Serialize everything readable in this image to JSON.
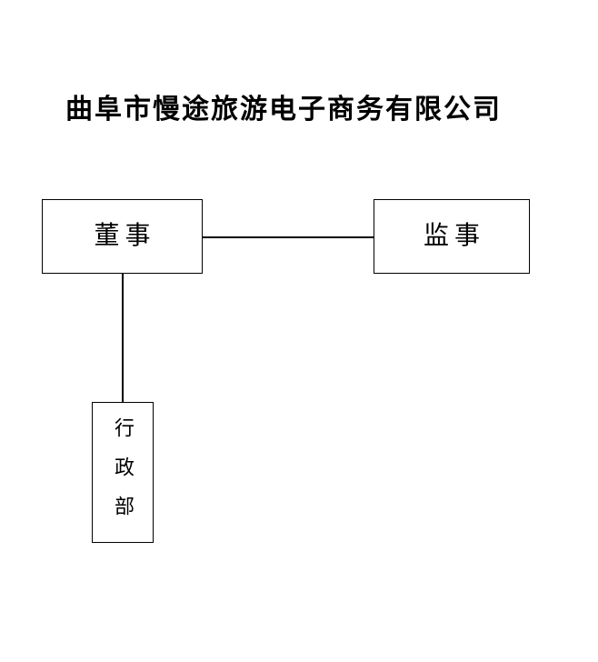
{
  "title": "曲阜市慢途旅游电子商务有限公司",
  "org_chart": {
    "nodes": [
      {
        "id": "director",
        "label": "董事",
        "orientation": "horizontal"
      },
      {
        "id": "supervisor",
        "label": "监事",
        "orientation": "horizontal"
      },
      {
        "id": "admin-dept",
        "label": "行政部",
        "orientation": "vertical"
      }
    ],
    "edges": [
      {
        "from": "director",
        "to": "supervisor",
        "type": "horizontal-line"
      },
      {
        "from": "director",
        "to": "admin-dept",
        "type": "vertical-line"
      }
    ]
  },
  "colors": {
    "background": "#ffffff",
    "text": "#000000",
    "line": "#000000"
  }
}
